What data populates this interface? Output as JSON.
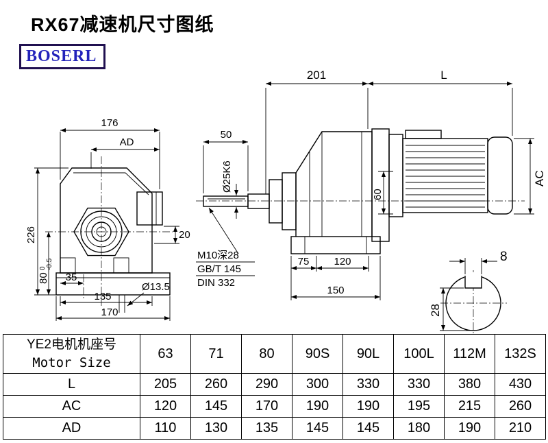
{
  "colors": {
    "line": "#000000",
    "logo-blue": "#2222bb",
    "logo-border": "#201050"
  },
  "page": {
    "title": "RX67减速机尺寸图纸",
    "logo_text": "BOSERL"
  },
  "front_view": {
    "dim_width_top": "176",
    "dim_ad": "AD",
    "dim_height": "226",
    "dim_80": "80",
    "tol_upper": "0",
    "tol_lower": "-0.5",
    "dim_35": "35",
    "dim_135": "135",
    "dim_170": "170",
    "dim_20": "20",
    "dim_hole": "Ø13.5"
  },
  "side_view": {
    "dim_201": "201",
    "dim_L": "L",
    "dim_50": "50",
    "dim_shaft_dia": "Ø25K6",
    "dim_60": "60",
    "dim_ac": "AC",
    "note_line1": "M10深28",
    "note_line2": "GB/T 145",
    "note_line3": "DIN 332",
    "dim_75": "75",
    "dim_120": "120",
    "dim_150": "150"
  },
  "shaft_section": {
    "dim_key_width": "8",
    "dim_key_depth": "28"
  },
  "table": {
    "header_cn": "YE2电机机座号",
    "header_en": "Motor Size",
    "frame_sizes": [
      "63",
      "71",
      "80",
      "90S",
      "90L",
      "100L",
      "112M",
      "132S"
    ],
    "rows": [
      {
        "label": "L",
        "values": [
          "205",
          "260",
          "290",
          "300",
          "330",
          "330",
          "380",
          "430"
        ]
      },
      {
        "label": "AC",
        "values": [
          "120",
          "145",
          "170",
          "190",
          "190",
          "195",
          "215",
          "260"
        ]
      },
      {
        "label": "AD",
        "values": [
          "110",
          "130",
          "135",
          "145",
          "145",
          "180",
          "190",
          "210"
        ]
      }
    ]
  }
}
